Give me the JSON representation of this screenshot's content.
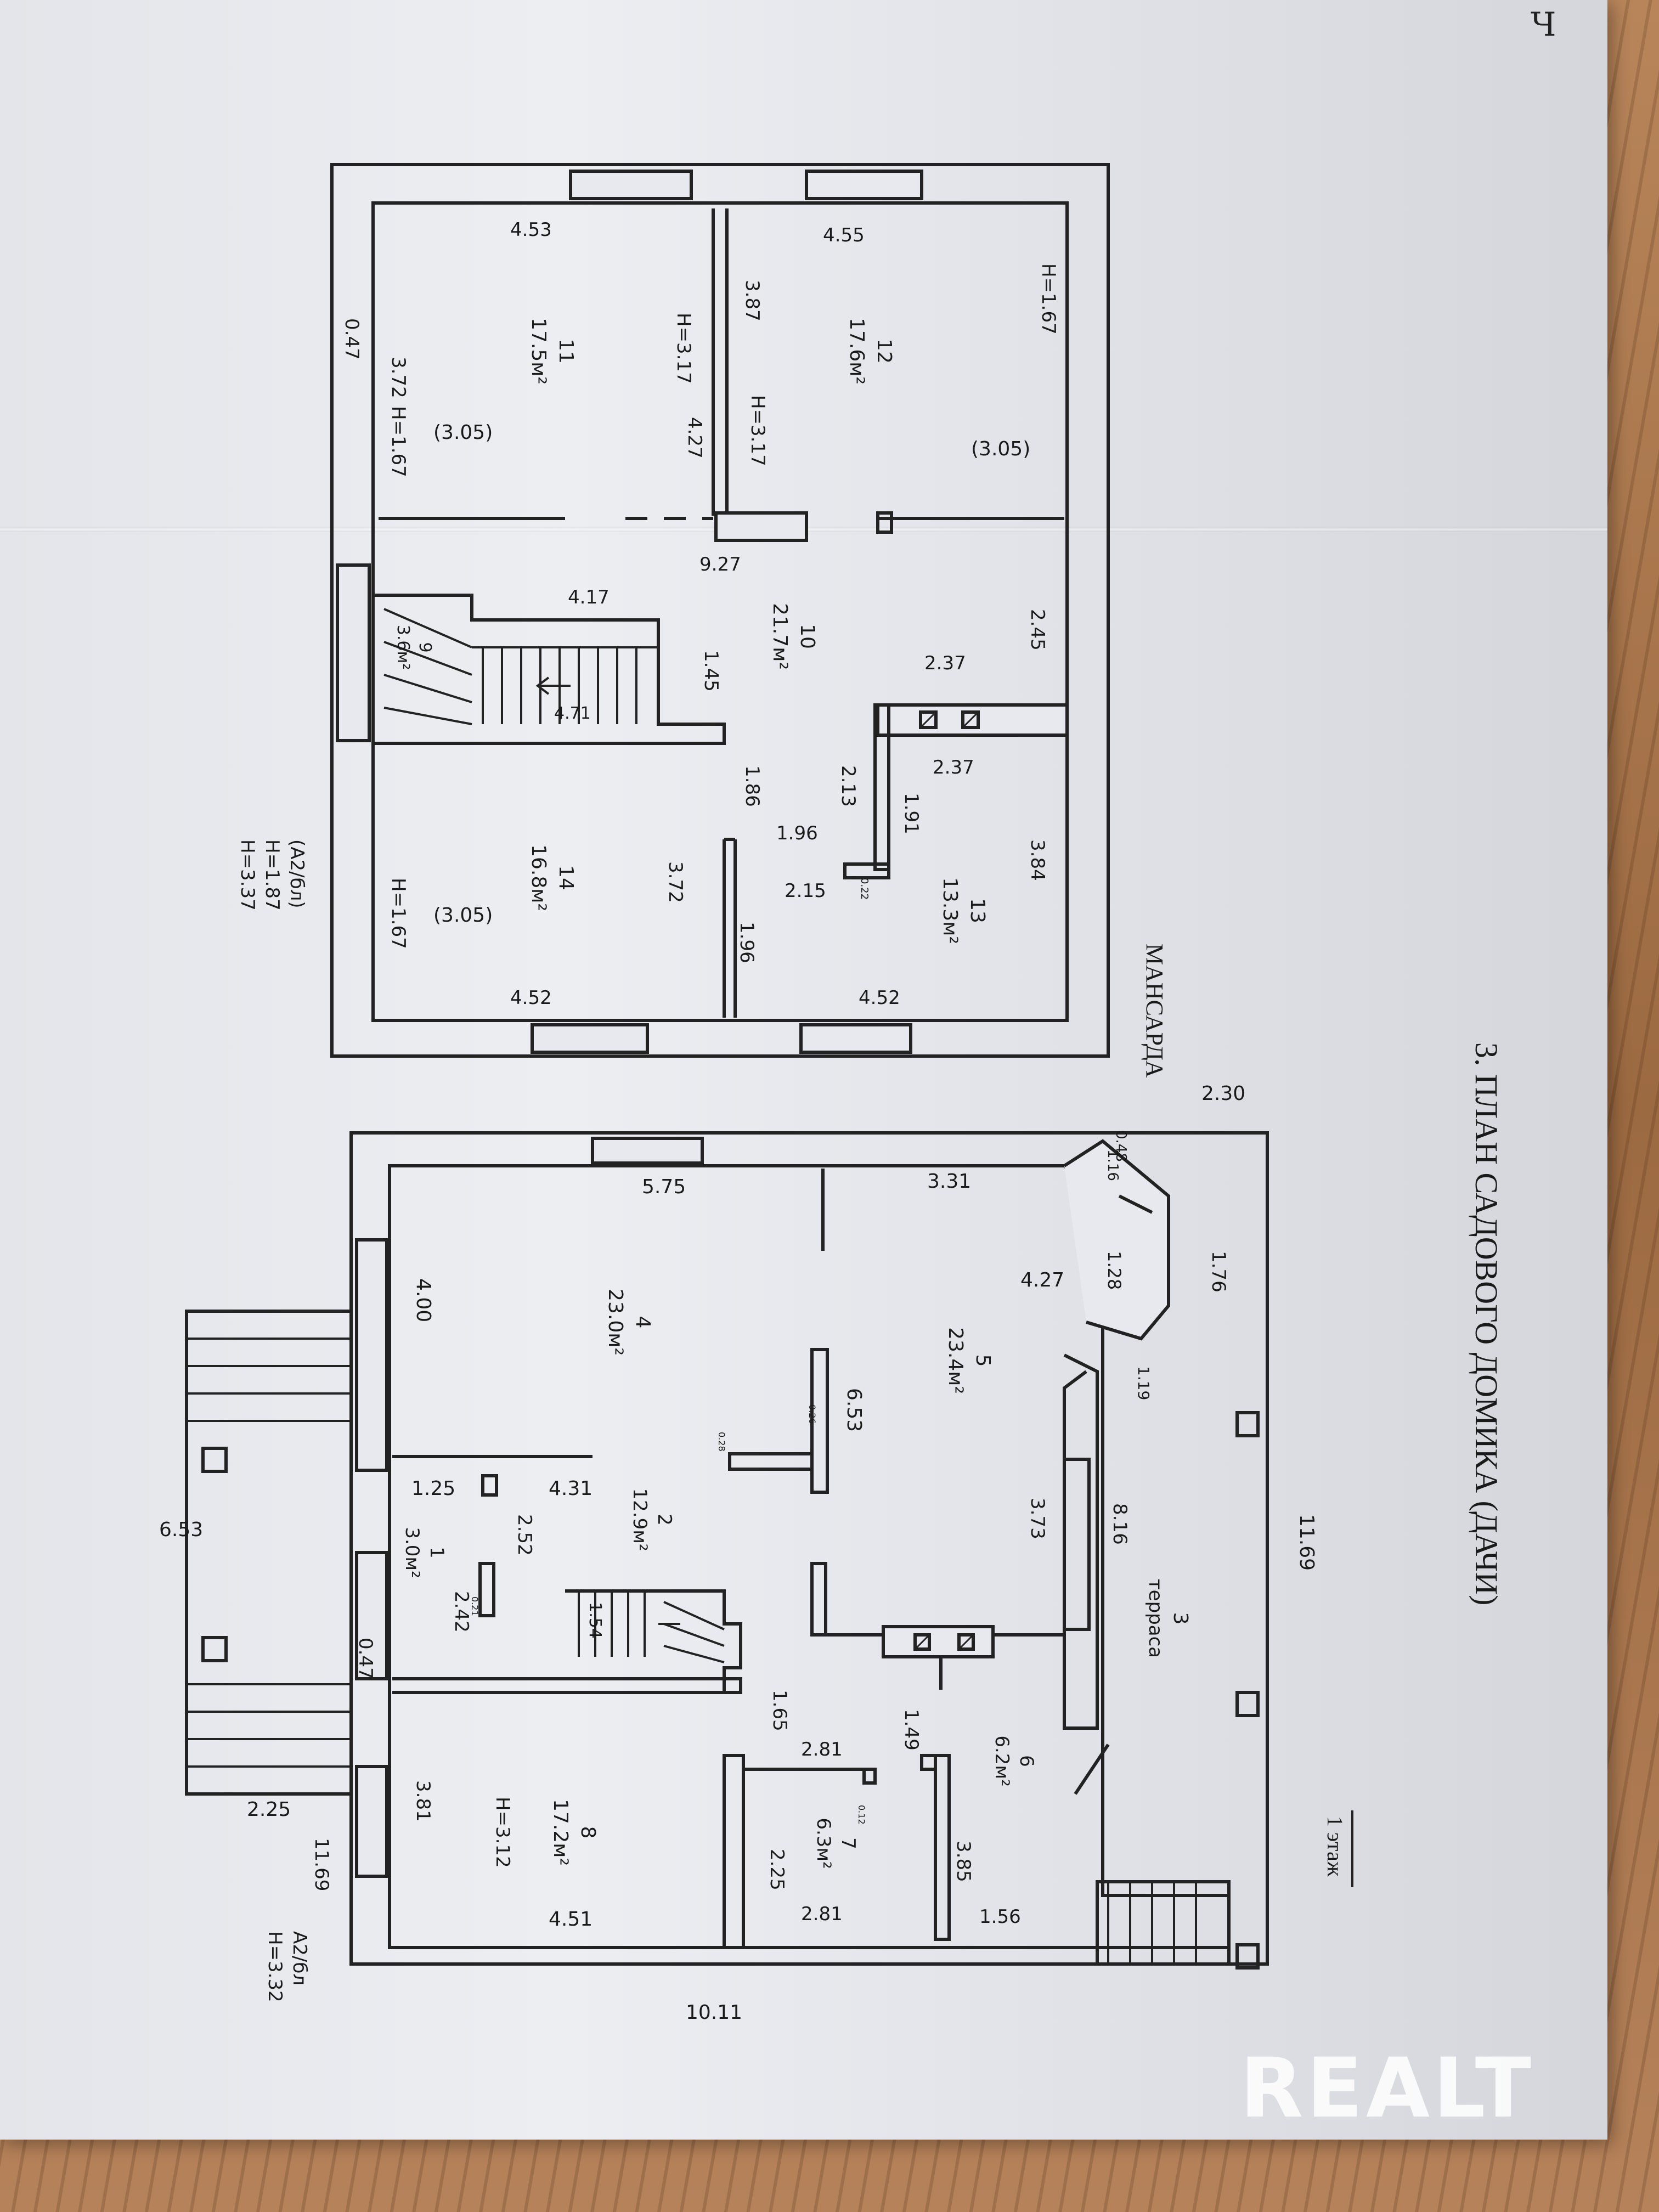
{
  "title": "3. ПЛАН САДОВОГО ДОМИКА (ДАЧИ)",
  "attic_label": "МАНСАРДА",
  "floor1_label": "1 этаж",
  "watermark": "REALT",
  "corner_mark": "Ч",
  "attic_note": [
    "(А2/бл)",
    "Н=1.87",
    "Н=3.37"
  ],
  "floor1_note": [
    "А2/бл",
    "Н=3.32"
  ],
  "attic_rooms": {
    "r11": {
      "num": "11",
      "area": "17.5м²"
    },
    "r12": {
      "num": "12",
      "area": "17.6м²"
    },
    "r10": {
      "num": "10",
      "area": "21.7м²"
    },
    "r9": {
      "num": "9",
      "area": "3.6м²"
    },
    "r14": {
      "num": "14",
      "area": "16.8м²"
    },
    "r13": {
      "num": "13",
      "area": "13.3м²"
    }
  },
  "floor1_rooms": {
    "r4": {
      "num": "4",
      "area": "23.0м²"
    },
    "r5": {
      "num": "5",
      "area": "23.4м²"
    },
    "r3": {
      "num": "3",
      "area": "терраса"
    },
    "r2": {
      "num": "2",
      "area": "12.9м²"
    },
    "r1": {
      "num": "1",
      "area": "3.0м²"
    },
    "r8": {
      "num": "8",
      "area": "17.2м²"
    },
    "r7": {
      "num": "7",
      "area": "6.3м²"
    },
    "r6": {
      "num": "6",
      "area": "6.2м²"
    }
  },
  "attic_dims": {
    "d453": "4.53",
    "d455": "4.55",
    "d047": "0.47",
    "d372a": "3.72",
    "h167a": "Н=1.67",
    "p305a": "(3.05)",
    "h317a": "Н=3.17",
    "d427": "4.27",
    "d387": "3.87",
    "h317b": "Н=3.17",
    "h167b": "Н=1.67",
    "p305b": "(3.05)",
    "d927": "9.27",
    "d417": "4.17",
    "d245": "2.45",
    "d237a": "2.37",
    "d145": "1.45",
    "d471": "4.71",
    "d186": "1.86",
    "d213": "2.13",
    "d237b": "2.37",
    "d191": "1.91",
    "d196a": "1.96",
    "d215": "2.15",
    "d372b": "3.72",
    "d384": "3.84",
    "h167c": "Н=1.67",
    "p305c": "(3.05)",
    "d196b": "1.96",
    "d452a": "4.52",
    "d452b": "4.52",
    "d022": "0.22"
  },
  "floor1_dims": {
    "d230": "2.30",
    "d116": "1.16",
    "d048": "0.48",
    "d575": "5.75",
    "d331": "3.31",
    "d128": "1.28",
    "d176": "1.76",
    "d400": "4.00",
    "d427": "4.27",
    "d119": "1.19",
    "d653a": "6.53",
    "d653b": "6.53",
    "d125": "1.25",
    "d431": "4.31",
    "d252": "2.52",
    "d373": "3.73",
    "d816": "8.16",
    "d1169a": "11.69",
    "d242": "2.42",
    "d154": "1.54",
    "d047": "0.47",
    "d165": "1.65",
    "d149": "1.49",
    "d281a": "2.81",
    "d381": "3.81",
    "h312": "Н=3.12",
    "d225a": "2.25",
    "d225b": "2.25",
    "d1169b": "11.69",
    "d385": "3.85",
    "d451": "4.51",
    "d281b": "2.81",
    "d156": "1.56",
    "d1011": "10.11",
    "d026": "0.26",
    "d028": "0.28",
    "d021": "0.21",
    "d012": "0.12"
  }
}
